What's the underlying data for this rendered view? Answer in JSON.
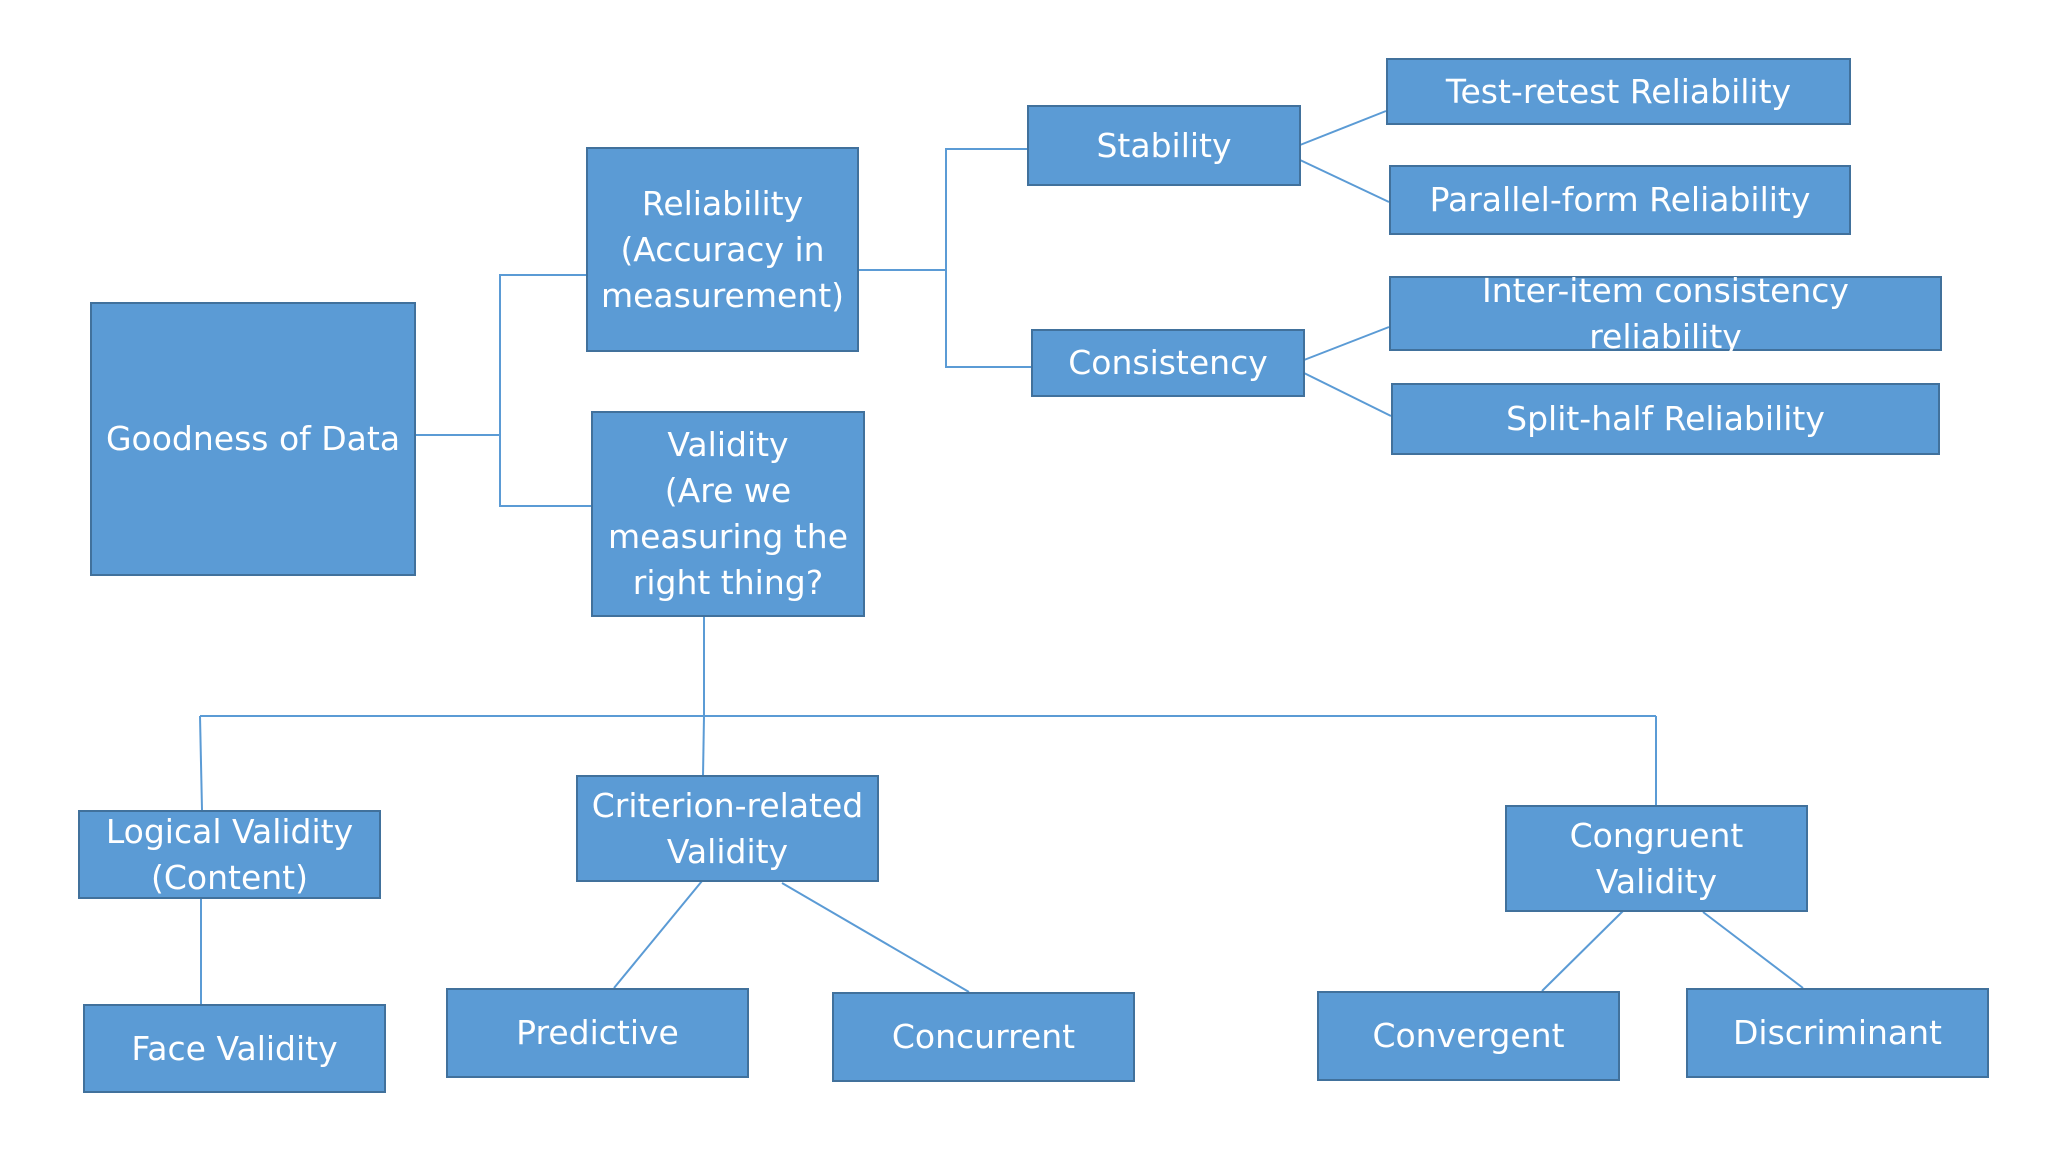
{
  "diagram": {
    "colors": {
      "box_fill": "#5b9bd5",
      "box_border": "#41719c",
      "text": "#ffffff",
      "connector": "#5b9bd5",
      "background": "#ffffff"
    },
    "nodes": {
      "goodness": "Goodness of Data",
      "reliability": "Reliability\n(Accuracy in\nmeasurement)",
      "validity": "Validity\n(Are we\nmeasuring the\nright thing?",
      "stability": "Stability",
      "consistency": "Consistency",
      "test_retest": "Test-retest Reliability",
      "parallel_form": "Parallel-form Reliability",
      "inter_item": "Inter-item consistency reliability",
      "split_half": "Split-half Reliability",
      "logical_validity": "Logical Validity\n(Content)",
      "criterion_validity": "Criterion-related\nValidity",
      "congruent_validity": "Congruent\nValidity",
      "face_validity": "Face Validity",
      "predictive": "Predictive",
      "concurrent": "Concurrent",
      "convergent": "Convergent",
      "discriminant": "Discriminant"
    }
  }
}
